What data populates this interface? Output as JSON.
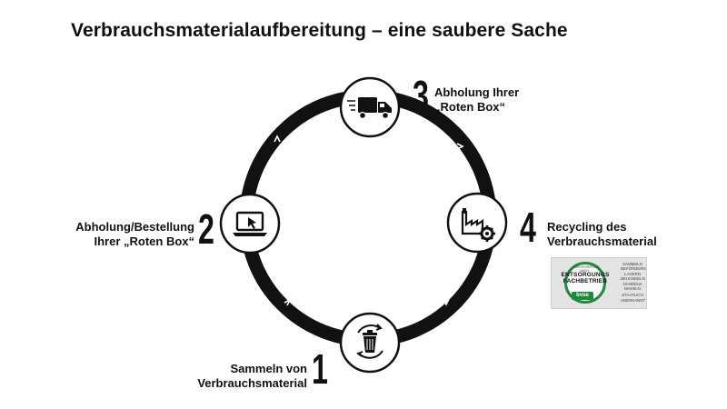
{
  "header": {
    "title": "Verbrauchsmaterialaufbereitung – eine saubere Sache"
  },
  "steps": [
    {
      "number": "1",
      "label_lines": [
        "Sammeln von",
        "Verbrauchsmaterial"
      ],
      "icon": "recycle-bin-icon"
    },
    {
      "number": "2",
      "label_lines": [
        "Abholung/Bestellung",
        "Ihrer „Roten Box“"
      ],
      "icon": "laptop-cursor-icon"
    },
    {
      "number": "3",
      "label_lines": [
        "Abholung Ihrer",
        "„Roten Box“"
      ],
      "icon": "delivery-truck-icon"
    },
    {
      "number": "4",
      "label_lines": [
        "Recycling des",
        "Verbrauchsmaterial"
      ],
      "icon": "factory-gear-icon"
    }
  ],
  "certificate": {
    "top_text": "ZERTIFIZIERTER",
    "mid_text": "NACH",
    "main_line1": "ENTSORGUNGS",
    "main_line2": "FACHBETRIEB",
    "badge": "bvse",
    "activities": [
      "SAMMELN",
      "BEFÖRDERN",
      "LAGERN",
      "BEHANDELN",
      "HANDELN",
      "MAKELN"
    ],
    "approval_line1": "STAATLICH",
    "approval_line2": "ANERKANNT"
  },
  "colors": {
    "ring": "#111111",
    "text": "#111111",
    "cert_green": "#1e8a3c"
  }
}
